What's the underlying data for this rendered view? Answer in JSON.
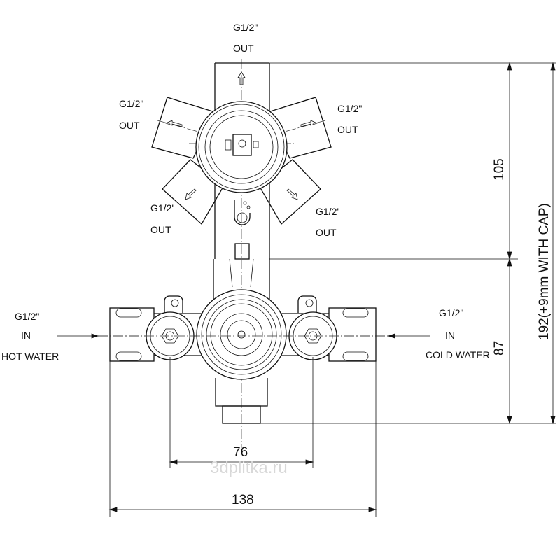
{
  "labels": {
    "top_out": {
      "size": "G1/2\"",
      "dir": "OUT"
    },
    "upper_left_out": {
      "size": "G1/2\"",
      "dir": "OUT"
    },
    "upper_right_out": {
      "size": "G1/2\"",
      "dir": "OUT"
    },
    "lower_left_out": {
      "size": "G1/2'",
      "dir": "OUT"
    },
    "lower_right_out": {
      "size": "G1/2'",
      "dir": "OUT"
    },
    "hot_in": {
      "size": "G1/2\"",
      "dir": "IN",
      "name": "HOT WATER"
    },
    "cold_in": {
      "size": "G1/2\"",
      "dir": "IN",
      "name": "COLD WATER"
    }
  },
  "dimensions": {
    "upper_height": "105",
    "lower_height": "87",
    "total_height": "192(+9mm WITH CAP)",
    "inlet_spacing": "76",
    "total_width": "138"
  },
  "watermark": "3dplitka.ru"
}
